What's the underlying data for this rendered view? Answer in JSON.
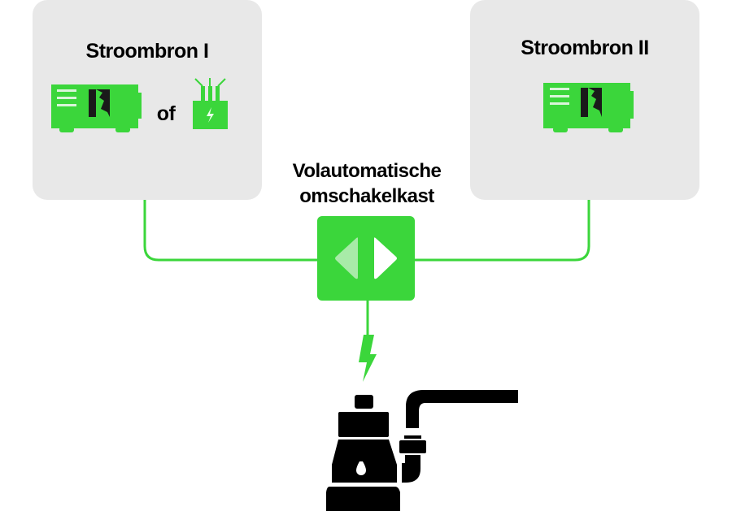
{
  "source_1": {
    "title": "Stroombron I",
    "connector": "of"
  },
  "source_2": {
    "title": "Stroombron II"
  },
  "switch": {
    "line1": "Volautomatische",
    "line2": "omschakelkast"
  },
  "colors": {
    "accent": "#3bd63b",
    "panel": "#e8e8e8",
    "ink": "#000000"
  },
  "icons": [
    "generator-icon",
    "transformer-icon",
    "switch-arrows-icon",
    "lightning-bolt-icon",
    "pump-icon"
  ]
}
